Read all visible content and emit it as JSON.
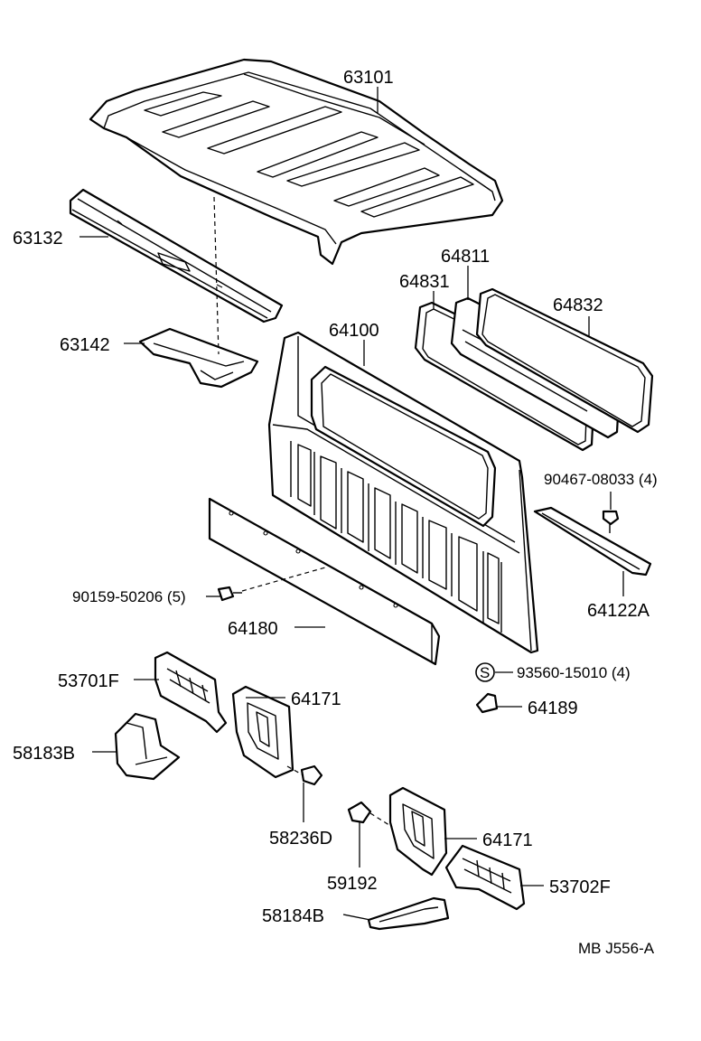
{
  "labels": {
    "p63101": "63101",
    "p63132": "63132",
    "p63142": "63142",
    "p64811": "64811",
    "p64831": "64831",
    "p64832": "64832",
    "p64100": "64100",
    "p90467": "90467-08033 (4)",
    "p90159": "90159-50206 (5)",
    "p64122a": "64122A",
    "p64180": "64180",
    "p93560": "93560-15010 (4)",
    "p53701f": "53701F",
    "p64171a": "64171",
    "p64189": "64189",
    "p58183b": "58183B",
    "p58236d": "58236D",
    "p64171b": "64171",
    "p59192": "59192",
    "p53702f": "53702F",
    "p58184b": "58184B",
    "s_symbol": "S"
  },
  "footer": {
    "code": "MB  J556-A"
  }
}
